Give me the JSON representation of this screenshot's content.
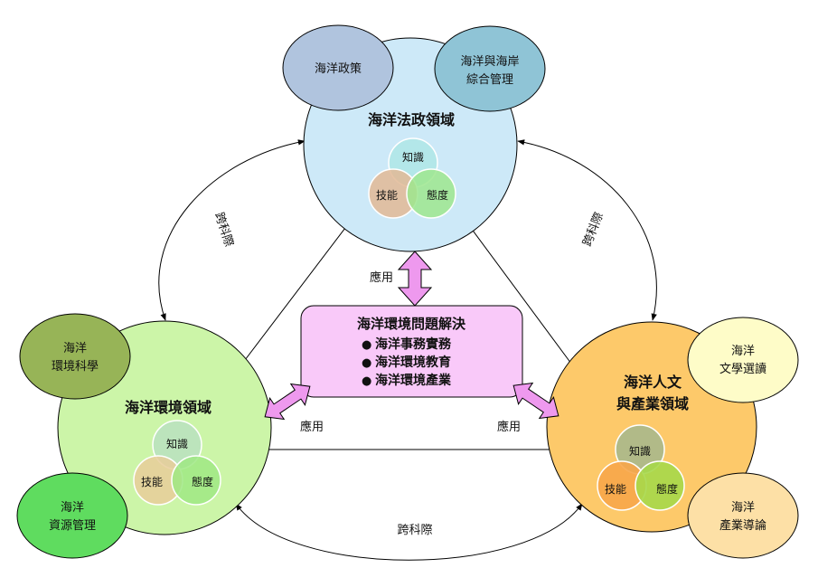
{
  "domains": {
    "law": {
      "title": "海洋法政領域"
    },
    "env": {
      "title": "海洋環境領域"
    },
    "hum": {
      "title_line1": "海洋人文",
      "title_line2": "與產業領域"
    }
  },
  "venn": {
    "knowledge": "知識",
    "skill": "技能",
    "attitude": "態度"
  },
  "satellites": {
    "policy": {
      "line1": "海洋政策"
    },
    "coastal": {
      "line1": "海洋與海岸",
      "line2": "綜合管理"
    },
    "env_science": {
      "line1": "海洋",
      "line2": "環境科學"
    },
    "resources": {
      "line1": "海洋",
      "line2": "資源管理"
    },
    "literature": {
      "line1": "海洋",
      "line2": "文學選讀"
    },
    "industry": {
      "line1": "海洋",
      "line2": "產業導論"
    }
  },
  "center": {
    "title": "海洋環境問題解決",
    "items": [
      "海洋事務實務",
      "海洋環境教育",
      "海洋環境產業"
    ]
  },
  "labels": {
    "apply_top": "應用",
    "apply_left": "應用",
    "apply_right": "應用",
    "cross_left": "跨科際",
    "cross_right": "跨科際",
    "cross_bottom": "跨科際"
  },
  "colors": {
    "law_fill": "#cde9f8",
    "env_fill": "#ccf5a8",
    "hum_fill": "#fdc96a",
    "center_fill": "#f9c9f9",
    "arrow_fill": "#ee99ee",
    "policy_fill": "#b0c4de",
    "coastal_fill": "#8fc4d6",
    "env_science_fill": "#97b457",
    "resources_fill": "#5fdc5f",
    "literature_fill": "#fefcc8",
    "industry_fill": "#fde0a6"
  }
}
